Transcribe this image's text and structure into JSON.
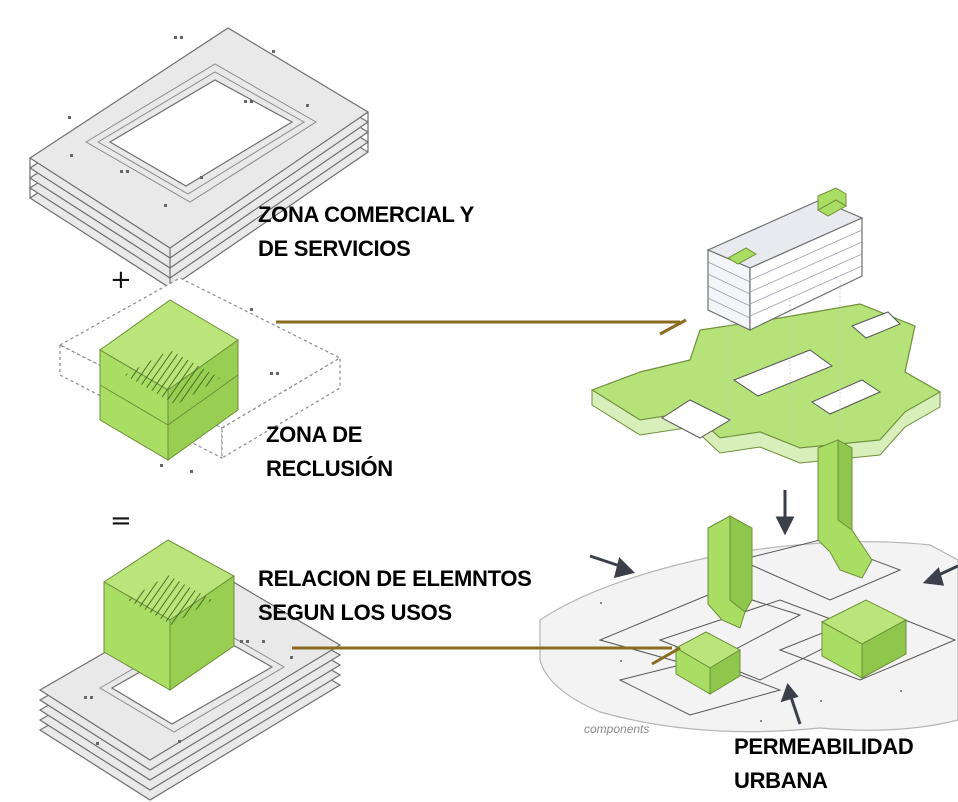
{
  "labels": {
    "commercial_line1": "ZONA COMERCIAL Y",
    "commercial_line2": "DE SERVICIOS",
    "reclusion_line1": "ZONA DE",
    "reclusion_line2": "RECLUSIÓN",
    "relation_line1": "RELACION DE ELEMNTOS",
    "relation_line2": "SEGUN LOS USOS",
    "permeability_line1": "PERMEABILIDAD",
    "permeability_line2": "URBANA",
    "plus_sign": "+",
    "equals_sign": "=",
    "components_caption": "components"
  },
  "colors": {
    "accent_green": "#a9dd63",
    "accent_green_dark": "#7cae36",
    "arrow_brown": "#8a6c20",
    "arrow_dark": "#3a3f4a",
    "slab_gray": "#e9e9e9",
    "line_gray": "#6f6f6f"
  }
}
